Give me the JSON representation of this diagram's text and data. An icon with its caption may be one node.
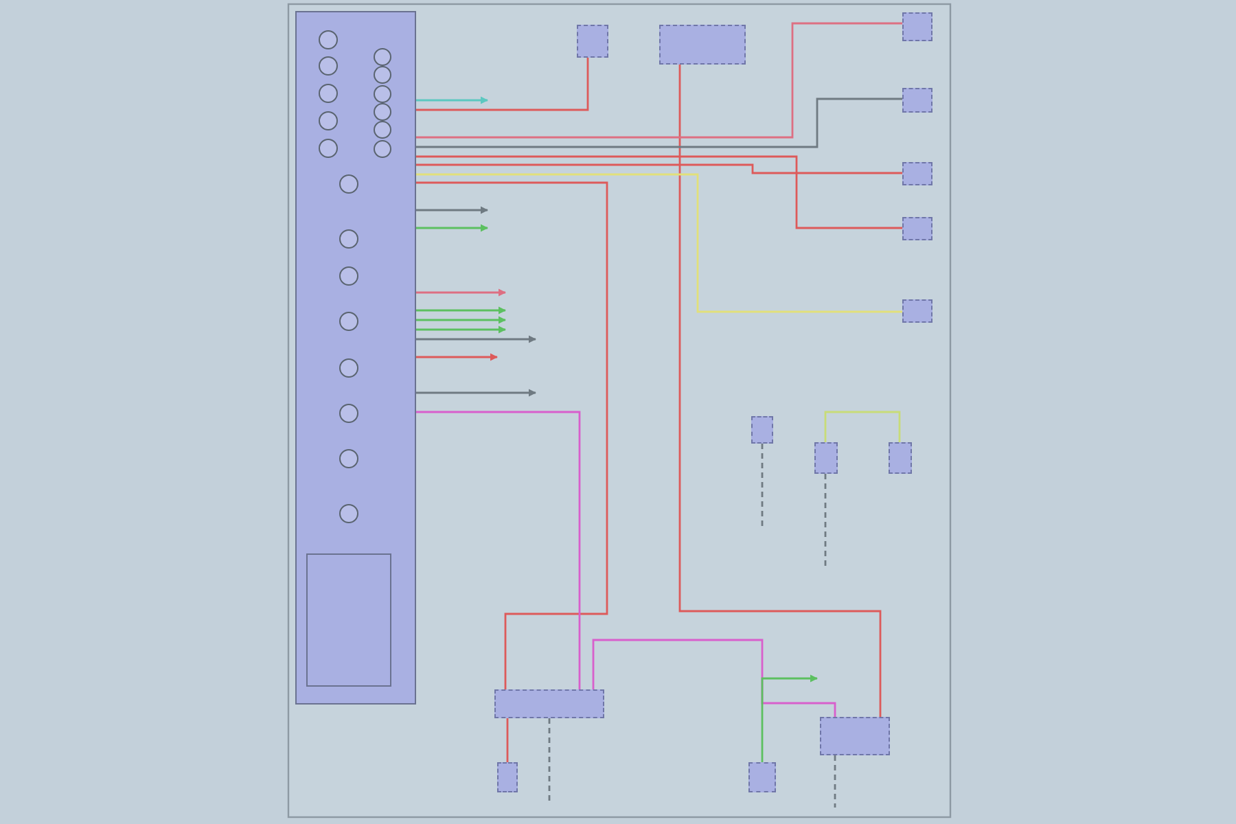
{
  "diagram": {
    "nodes": [
      {
        "text": [],
        "shape": "box"
      },
      {
        "text": [],
        "shape": "circle",
        "in": 0
      },
      {
        "text": [],
        "shape": "circle",
        "in": 0
      },
      {
        "text": [],
        "shape": "circle",
        "in": 0
      },
      {
        "text": [],
        "shape": "circle",
        "in": 0
      },
      {
        "text": [],
        "shape": "circle",
        "in": 0
      },
      {
        "text": [],
        "shape": "circle",
        "in": 0
      },
      {
        "text": [],
        "shape": "circle",
        "in": 0
      },
      {
        "text": [],
        "shape": "circle",
        "in": 0
      },
      {
        "text": [],
        "shape": "circle",
        "in": 0
      },
      {
        "text": [],
        "shape": "circle",
        "in": 0
      },
      {
        "text": [],
        "shape": "circle",
        "in": 0
      },
      {
        "text": [],
        "shape": "circle",
        "in": 0
      },
      {
        "text": [],
        "shape": "circle",
        "in": 0
      },
      {
        "text": [],
        "shape": "circle",
        "in": 0
      },
      {
        "text": [],
        "shape": "circle",
        "in": 0
      },
      {
        "text": [],
        "shape": "circle",
        "in": 0
      },
      {
        "text": [],
        "shape": "circle",
        "in": 0
      },
      {
        "text": [],
        "shape": "circle",
        "in": 0
      },
      {
        "text": [],
        "shape": "circle",
        "in": 0
      },
      {
        "text": [],
        "shape": "box",
        "in": 0
      },
      {
        "text": [],
        "shape": "box"
      },
      {
        "text": [],
        "shape": "box"
      },
      {
        "text": [],
        "shape": "box"
      },
      {
        "text": [],
        "shape": "box"
      },
      {
        "text": [],
        "shape": "box"
      },
      {
        "text": [],
        "shape": "box"
      },
      {
        "text": [],
        "shape": "box"
      },
      {
        "text": [],
        "shape": "box"
      },
      {
        "text": [],
        "shape": "box"
      },
      {
        "text": [],
        "shape": "box"
      },
      {
        "text": [],
        "shape": "box"
      },
      {
        "text": [],
        "shape": "box"
      },
      {
        "text": [],
        "shape": "box"
      },
      {
        "text": [],
        "shape": "box"
      }
    ],
    "edges": [
      {
        "from": 0,
        "to": 21,
        "arrow": "none",
        "color": "#dd5a5a"
      },
      {
        "from": 22,
        "to": 34,
        "arrow": "none",
        "color": "#dd5a5a"
      },
      {
        "from": 0,
        "to": 23,
        "arrow": "none",
        "color": "#dd6f82"
      },
      {
        "from": 0,
        "to": 24,
        "arrow": "none"
      },
      {
        "from": 0,
        "to": 25,
        "arrow": "none",
        "color": "#dd5a5a"
      },
      {
        "from": 0,
        "to": 31,
        "arrow": "none",
        "color": "#dd5a5a"
      },
      {
        "from": 0,
        "to": 27,
        "arrow": "none",
        "color": "#e2e07a"
      },
      {
        "from": 0,
        "to": 26,
        "arrow": "none",
        "color": "#dd5a5a"
      },
      {
        "from": 0,
        "to": 31,
        "arrow": "none",
        "color": "#d85fcc"
      },
      {
        "from": 31,
        "to": 34,
        "arrow": "none",
        "color": "#d85fcc"
      },
      {
        "from": 33,
        "to": null,
        "arrow": "to",
        "color": "#5cc060"
      },
      {
        "from": 28,
        "to": null,
        "arrow": "none",
        "style": "dashed"
      },
      {
        "from": 29,
        "to": 30,
        "arrow": "none",
        "color": "#c8dc78"
      },
      {
        "from": 29,
        "to": null,
        "arrow": "none",
        "style": "dashed"
      },
      {
        "from": 31,
        "to": 32,
        "arrow": "none",
        "color": "#dd5a5a"
      },
      {
        "from": 31,
        "to": null,
        "arrow": "none",
        "style": "dashed"
      },
      {
        "from": 34,
        "to": null,
        "arrow": "none",
        "style": "dashed"
      },
      {
        "from": 0,
        "to": null,
        "arrow": "to",
        "color": "#5cc8c0"
      },
      {
        "from": 0,
        "to": null,
        "arrow": "to"
      },
      {
        "from": 0,
        "to": null,
        "arrow": "to",
        "color": "#5cc060"
      },
      {
        "from": 0,
        "to": null,
        "arrow": "to",
        "color": "#dd6f82"
      },
      {
        "from": 0,
        "to": null,
        "arrow": "to",
        "color": "#5cc060"
      },
      {
        "from": 0,
        "to": null,
        "arrow": "to",
        "color": "#5cc060"
      },
      {
        "from": 0,
        "to": null,
        "arrow": "to",
        "color": "#5cc060"
      },
      {
        "from": 0,
        "to": null,
        "arrow": "to"
      },
      {
        "from": 0,
        "to": null,
        "arrow": "to",
        "color": "#dd5a5a"
      },
      {
        "from": 0,
        "to": null,
        "arrow": "to"
      }
    ]
  }
}
